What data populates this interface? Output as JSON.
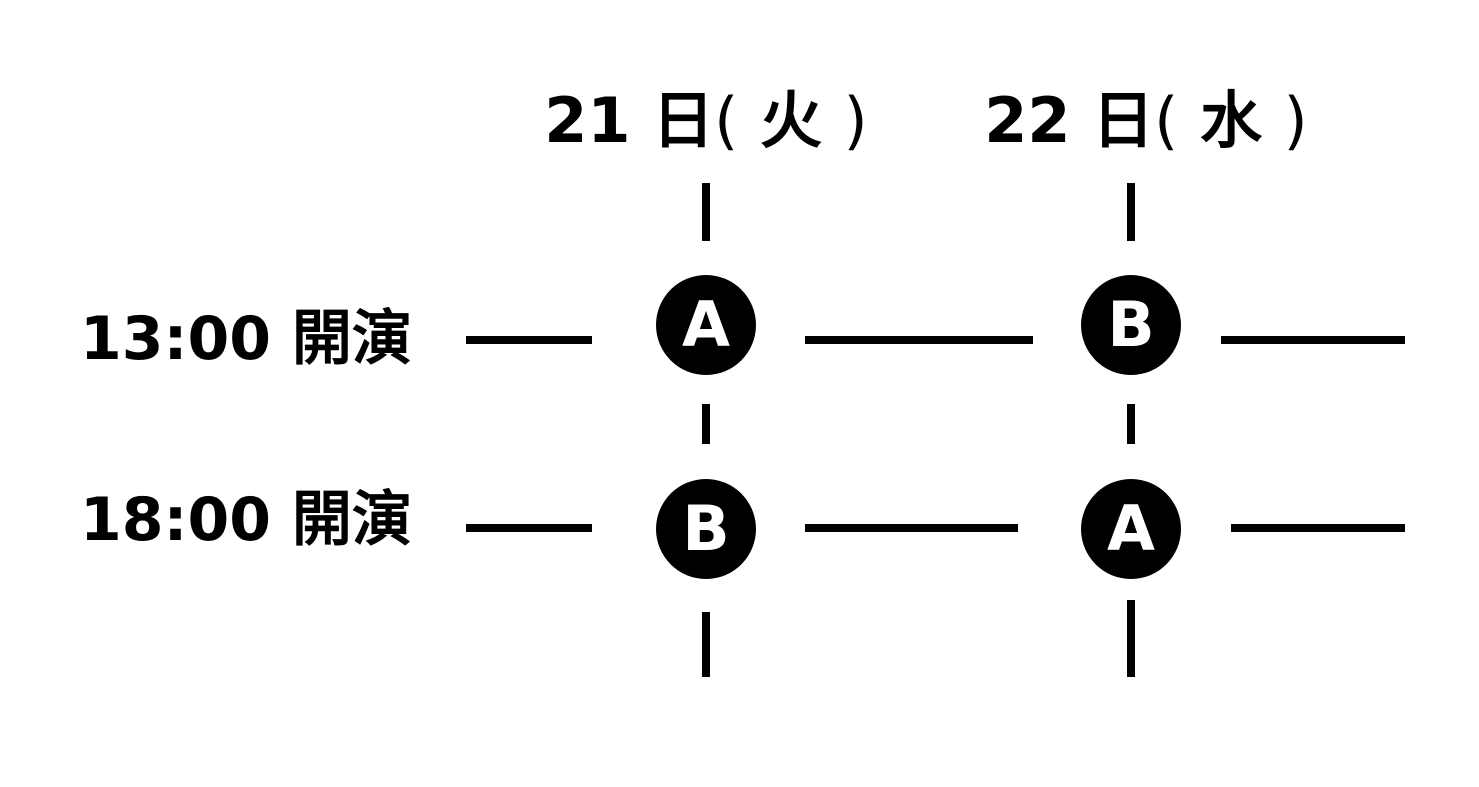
{
  "columns": [
    {
      "day": "21",
      "unit": "日",
      "open_paren": "(",
      "weekday": "火",
      "close_paren": ")"
    },
    {
      "day": "22",
      "unit": "日",
      "open_paren": "(",
      "weekday": "水",
      "close_paren": ")"
    }
  ],
  "rows": [
    {
      "time": "13:00",
      "label": "開演"
    },
    {
      "time": "18:00",
      "label": "開演"
    }
  ],
  "cells": [
    [
      "A",
      "B"
    ],
    [
      "B",
      "A"
    ]
  ],
  "colors": {
    "ink": "#000000",
    "badge_text": "#ffffff",
    "background": "#ffffff"
  }
}
